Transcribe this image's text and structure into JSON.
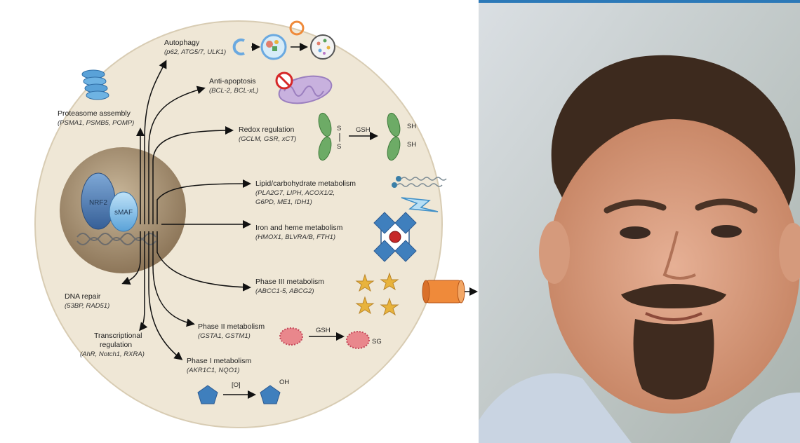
{
  "nucleus": {
    "nrf2": "NRF2",
    "smaf": "sMAF"
  },
  "outputs": [
    {
      "id": "autophagy",
      "title": "Autophagy",
      "genes": "(p62, ATG5/7, ULK1)"
    },
    {
      "id": "anti-apoptosis",
      "title": "Anti-apoptosis",
      "genes": "(BCL-2, BCL-xL)"
    },
    {
      "id": "proteasome",
      "title": "Proteasome assembly",
      "genes": "(PSMA1, PSMB5, POMP)"
    },
    {
      "id": "redox",
      "title": "Redox regulation",
      "genes": "(GCLM, GSR, xCT)"
    },
    {
      "id": "lipid",
      "title": "Lipid/carbohydrate metabolism",
      "genes1": "(PLA2G7, LIPH, ACOX1/2,",
      "genes2": "G6PD, ME1, IDH1)"
    },
    {
      "id": "iron",
      "title": "Iron and heme metabolism",
      "genes": "(HMOX1, BLVRA/B, FTH1)"
    },
    {
      "id": "phase3",
      "title": "Phase III metabolism",
      "genes": "(ABCC1-5, ABCG2)"
    },
    {
      "id": "dna-repair",
      "title": "DNA repair",
      "genes": "(53BP, RAD51)"
    },
    {
      "id": "transcriptional",
      "title1": "Transcriptional",
      "title2": "regulation",
      "genes": "(AhR, Notch1, RXRA)"
    },
    {
      "id": "phase2",
      "title": "Phase II metabolism",
      "genes": "(GSTA1, GSTM1)"
    },
    {
      "id": "phase1",
      "title": "Phase I metabolism",
      "genes": "(AKR1C1, NQO1)"
    }
  ],
  "chemistry": {
    "redox_s": "S",
    "redox_reagent": "GSH",
    "redox_sh": "SH",
    "phase2_reagent": "GSH",
    "phase2_product": "SG",
    "phase1_reagent": "[O]",
    "phase1_product": "OH"
  },
  "colors": {
    "cell": "#efe7d6",
    "nucleus": "#a58f71",
    "nrf2": "#4f7fb7",
    "smaf": "#78b6e4",
    "enzyme": "#5e9c5c",
    "phase2_red": "#e9878c",
    "pentagon": "#3f7fbd",
    "star": "#e8b33c",
    "transporter": "#ef8a3a",
    "mitochondrion": "#bfa7d6"
  }
}
